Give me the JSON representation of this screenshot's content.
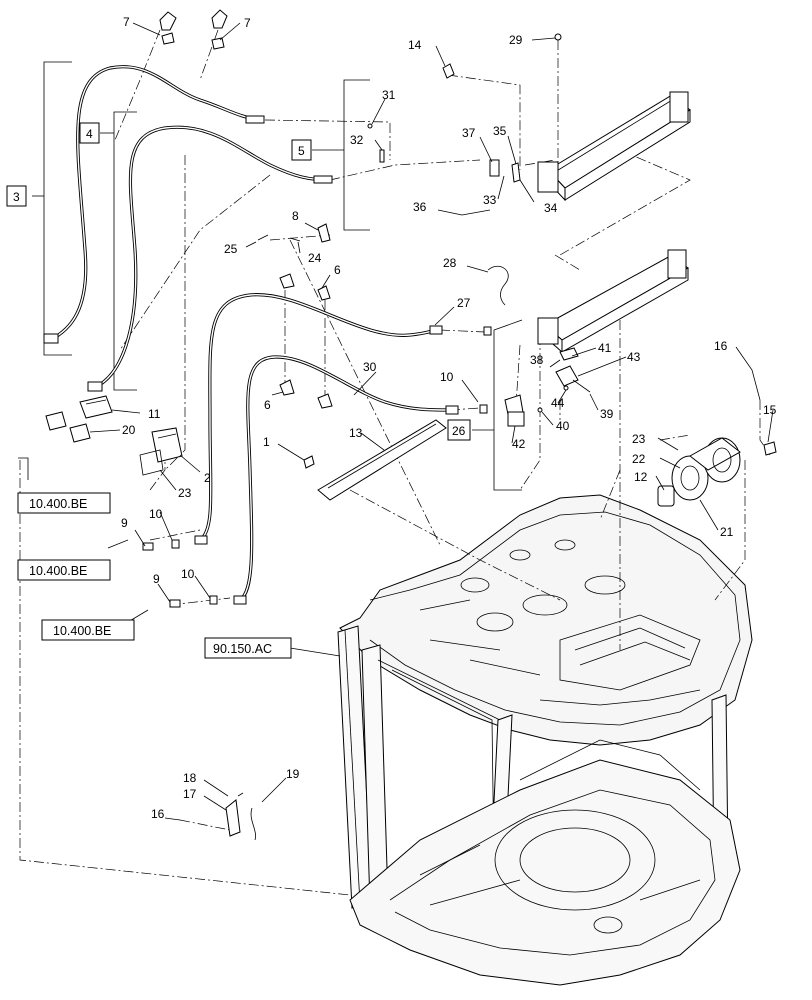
{
  "callouts": {
    "c1": "1",
    "c2": "2",
    "c3": "3",
    "c4": "4",
    "c5": "5",
    "c6a": "6",
    "c6b": "6",
    "c7a": "7",
    "c7b": "7",
    "c8": "8",
    "c9a": "9",
    "c9b": "9",
    "c10a": "10",
    "c10b": "10",
    "c10c": "10",
    "c11": "11",
    "c12": "12",
    "c13": "13",
    "c14": "14",
    "c15": "15",
    "c16a": "16",
    "c16b": "16",
    "c17": "17",
    "c18": "18",
    "c19": "19",
    "c20": "20",
    "c21": "21",
    "c22": "22",
    "c23a": "23",
    "c23b": "23",
    "c24": "24",
    "c25": "25",
    "c26": "26",
    "c27": "27",
    "c28": "28",
    "c29": "29",
    "c30": "30",
    "c31": "31",
    "c32": "32",
    "c33": "33",
    "c34": "34",
    "c35": "35",
    "c36": "36",
    "c37": "37",
    "c38": "38",
    "c39": "39",
    "c40": "40",
    "c41": "41",
    "c42": "42",
    "c43": "43",
    "c44": "44"
  },
  "references": {
    "ref_be_1": "10.400.BE",
    "ref_be_2": "10.400.BE",
    "ref_be_3": "10.400.BE",
    "ref_ac": "90.150.AC"
  },
  "colors": {
    "line": "#000000",
    "background": "#ffffff",
    "body_fill": "#f4f4f4"
  }
}
